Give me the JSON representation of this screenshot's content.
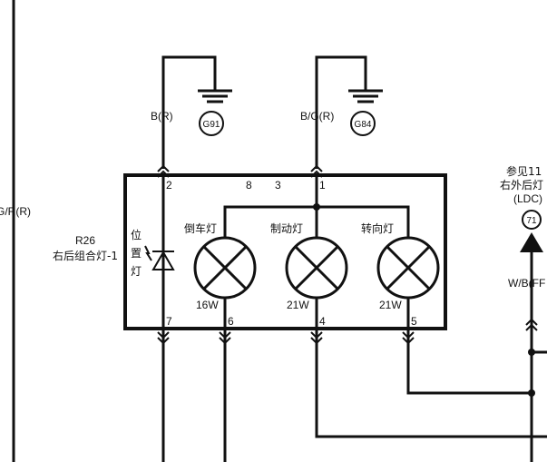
{
  "left_wire": {
    "label": "G/R(R)"
  },
  "grounds": [
    {
      "id": "G91",
      "wire_label": "B(R)"
    },
    {
      "id": "G84",
      "wire_label": "B/G(R)"
    }
  ],
  "component": {
    "code": "R26",
    "name": "右后组合灯-1",
    "position_lamp_label": [
      "位",
      "置",
      "灯"
    ],
    "lamps": [
      {
        "name": "倒车灯",
        "watt": "16W"
      },
      {
        "name": "制动灯",
        "watt": "21W"
      },
      {
        "name": "转向灯",
        "watt": "21W"
      }
    ],
    "top_pins": [
      "2",
      "8",
      "3",
      "1"
    ],
    "bottom_pins": [
      "7",
      "6",
      "4",
      "5"
    ]
  },
  "reference": {
    "lines": [
      "参见11",
      "右外后灯",
      "(LDC)"
    ],
    "circle": "71",
    "wire_label": "W/B(FF"
  }
}
